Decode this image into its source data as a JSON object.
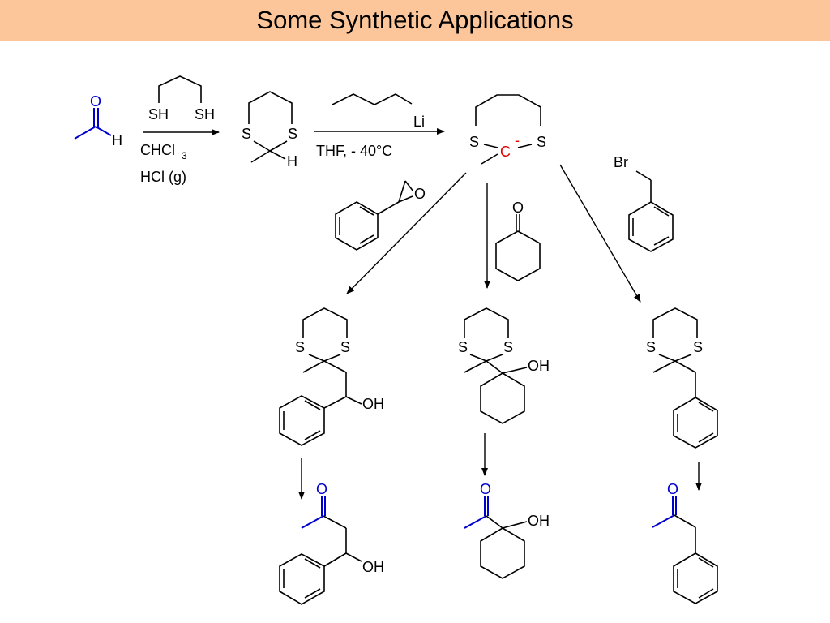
{
  "title": "Some Synthetic Applications",
  "colors": {
    "header_bg": "#fcc69a",
    "carbonyl": "#0000cc",
    "carbanion": "#e00000"
  },
  "atoms": {
    "O": "O",
    "H": "H",
    "S": "S",
    "SH": "SH",
    "Li": "Li",
    "Br": "Br",
    "C": "C",
    "OH": "OH",
    "minus": "-"
  },
  "reagents": {
    "step1_solvent": "CHCl",
    "step1_solvent_subscript": "3",
    "step1_acid": "HCl (g)",
    "step2_conditions": "THF, - 40°C"
  }
}
